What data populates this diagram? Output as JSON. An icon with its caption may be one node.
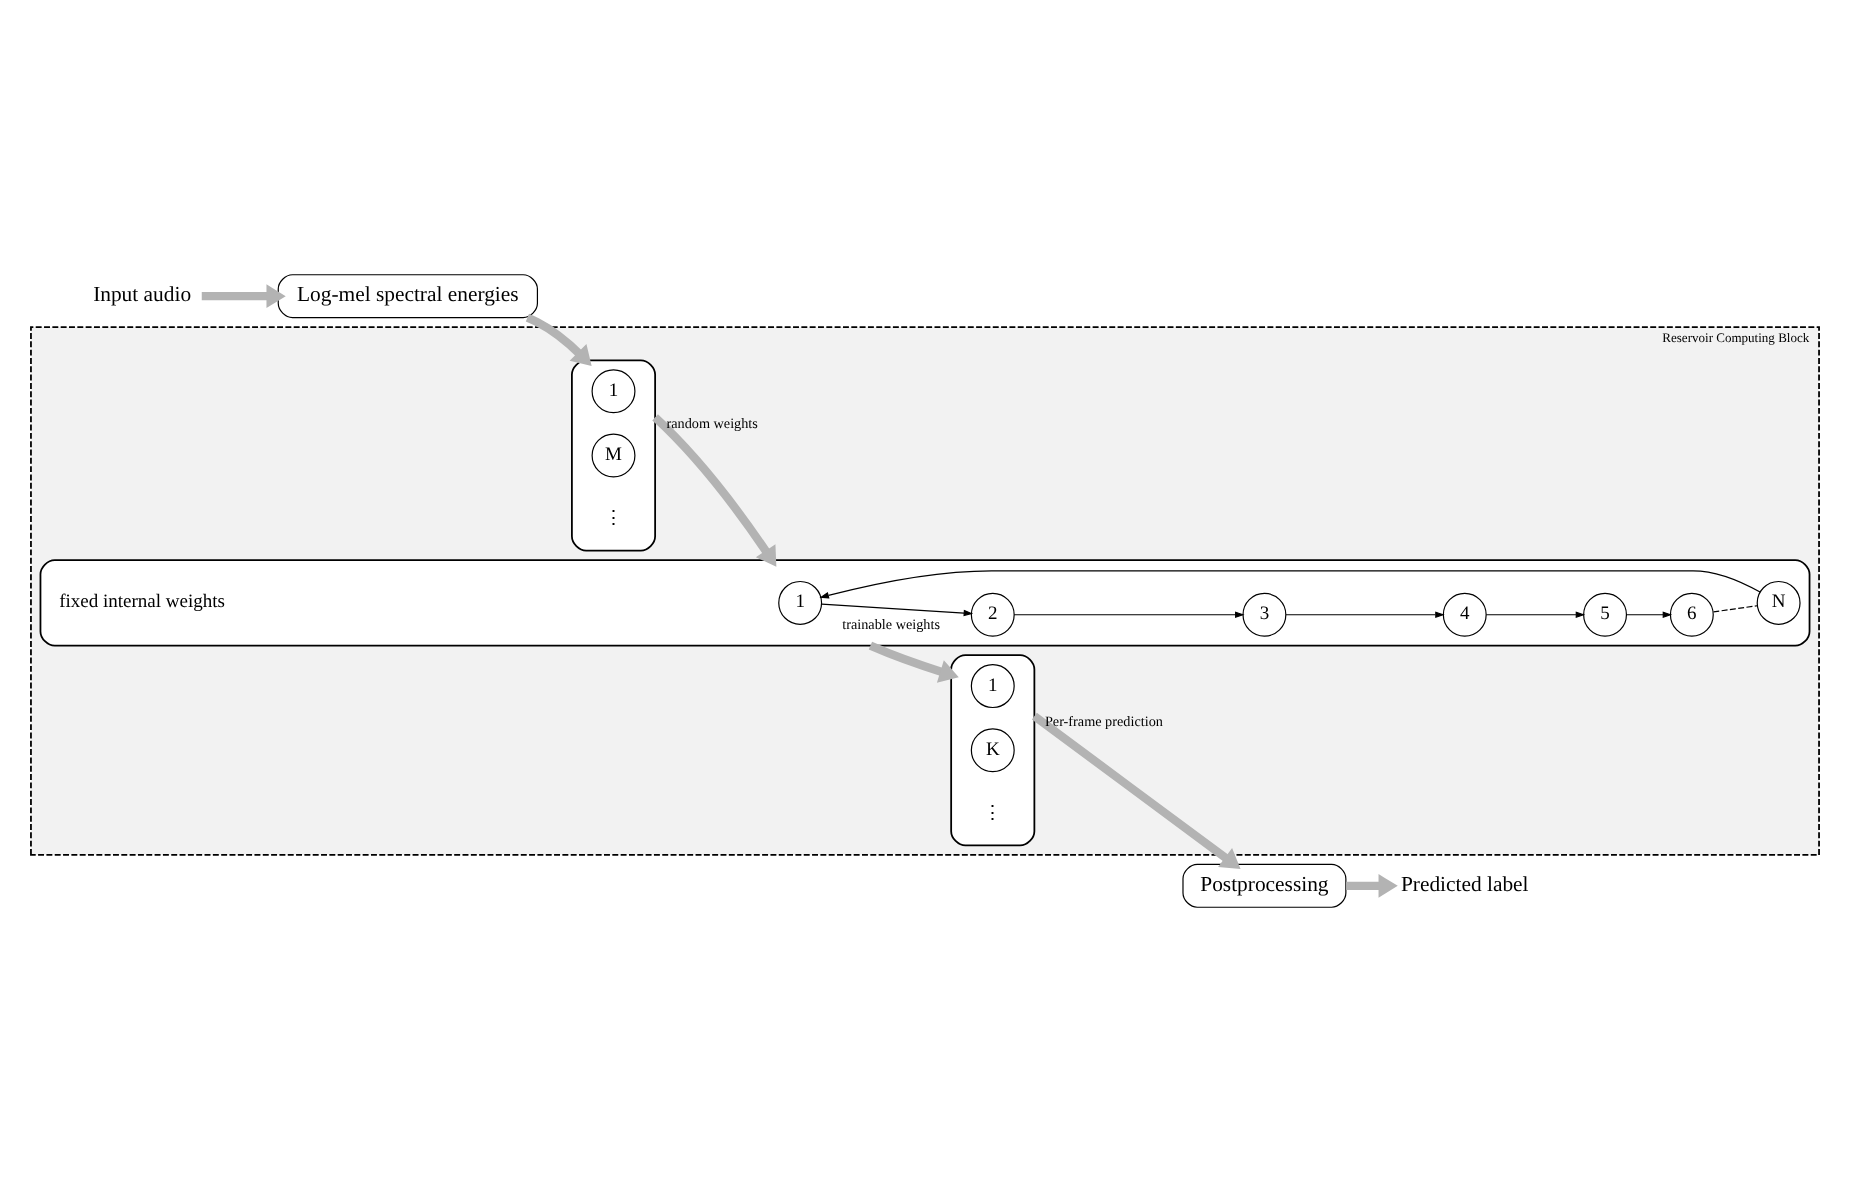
{
  "diagram": {
    "nodes": [
      {
        "text": [
          "Input audio"
        ]
      },
      {
        "text": [
          "Log-mel spectral energies"
        ]
      },
      {
        "text": [
          "Reservoir Computing Block"
        ]
      },
      {
        "text": [],
        "shape": "box",
        "in": 2
      },
      {
        "text": [
          "1"
        ],
        "in": 3
      },
      {
        "text": [
          "M"
        ],
        "in": 3
      },
      {
        "text": [],
        "shape": "box",
        "in": 2
      },
      {
        "text": [
          "1"
        ],
        "in": 6
      },
      {
        "text": [
          "2"
        ],
        "in": 6
      },
      {
        "text": [
          "3"
        ],
        "in": 6
      },
      {
        "text": [
          "4"
        ],
        "in": 6
      },
      {
        "text": [
          "5"
        ],
        "in": 6
      },
      {
        "text": [
          "6"
        ],
        "in": 6
      },
      {
        "text": [
          "N"
        ],
        "in": 6
      },
      {
        "text": [],
        "shape": "box",
        "in": 2
      },
      {
        "text": [
          "1"
        ],
        "in": 14
      },
      {
        "text": [
          "K"
        ],
        "in": 14
      },
      {
        "text": [
          "Postprocessing"
        ]
      },
      {
        "text": [
          "Predicted label"
        ]
      }
    ],
    "edges": [
      {
        "from": 0,
        "to": 1,
        "arrow": "to",
        "style": "thick",
        "color": "#b3b3b3"
      },
      {
        "from": 1,
        "to": 3,
        "arrow": "to",
        "style": "thick",
        "color": "#b3b3b3"
      },
      {
        "from": 3,
        "to": 6,
        "arrow": "to",
        "label": "random weights",
        "style": "thick",
        "color": "#b3b3b3"
      },
      {
        "from": 13,
        "to": 7,
        "arrow": "to"
      },
      {
        "from": 7,
        "to": 8,
        "arrow": "to"
      },
      {
        "from": 8,
        "to": 9,
        "arrow": "to"
      },
      {
        "from": 9,
        "to": 10,
        "arrow": "to"
      },
      {
        "from": 10,
        "to": 11,
        "arrow": "to"
      },
      {
        "from": 11,
        "to": 12,
        "arrow": "to"
      },
      {
        "from": 12,
        "to": 13,
        "arrow": "none",
        "style": "dashed"
      },
      {
        "from": 6,
        "to": 14,
        "arrow": "to",
        "label": "trainable weights",
        "style": "thick",
        "color": "#b3b3b3"
      },
      {
        "from": 14,
        "to": 17,
        "arrow": "to",
        "label": "Per-frame prediction",
        "style": "thick",
        "color": "#b3b3b3"
      },
      {
        "from": 17,
        "to": 18,
        "arrow": "to",
        "style": "thick",
        "color": "#b3b3b3"
      }
    ],
    "labels": [
      "⋮",
      "fixed internal weights",
      "⋮"
    ]
  }
}
